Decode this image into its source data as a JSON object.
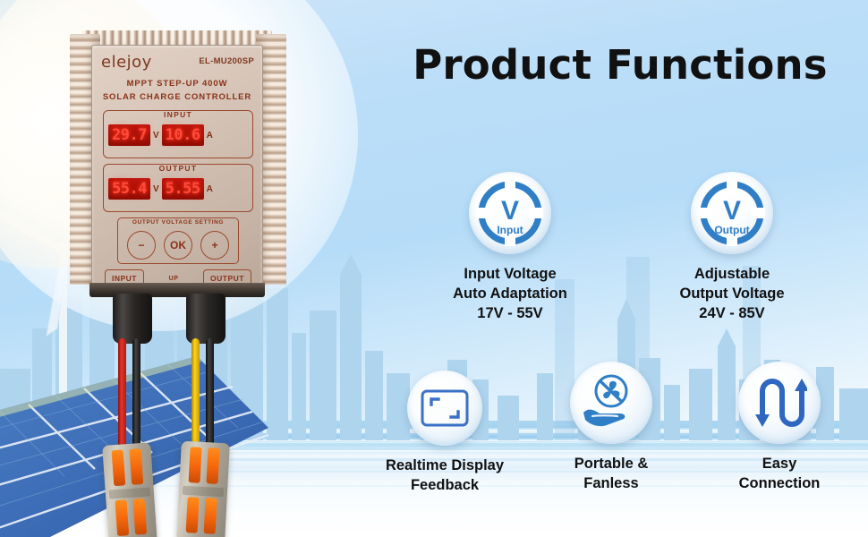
{
  "page": {
    "title": "Product Functions",
    "accent_blue": "#2f7ec6",
    "sky_blue": "#b5dcf8",
    "led_red": "#ff4a3c"
  },
  "product": {
    "brand": "elejoy",
    "model": "EL-MU200SP",
    "subtitle_line1": "MPPT STEP-UP 400W",
    "subtitle_line2": "SOLAR CHARGE CONTROLLER",
    "input_panel": {
      "label": "INPUT",
      "voltage_value": "29.7",
      "voltage_unit": "V",
      "current_value": "10.6",
      "current_unit": "A"
    },
    "output_panel": {
      "label": "OUTPUT",
      "voltage_value": "55.4",
      "voltage_unit": "V",
      "current_value": "5.55",
      "current_unit": "A"
    },
    "setting_panel": {
      "label": "OUTPUT VOLTAGE SETTING",
      "minus_button": "−",
      "ok_button": "OK",
      "plus_button": "+"
    },
    "ports": {
      "input_label": "INPUT",
      "up_label": "UP",
      "output_label": "OUTPUT"
    }
  },
  "features": [
    {
      "id": "input-voltage",
      "icon": "voltage-input-icon",
      "icon_letter": "V",
      "icon_caption": "Input",
      "text": "Input Voltage\nAuto Adaptation\n17V - 55V"
    },
    {
      "id": "output-voltage",
      "icon": "voltage-output-icon",
      "icon_letter": "V",
      "icon_caption": "Output",
      "text": "Adjustable\nOutput Voltage\n24V - 85V"
    },
    {
      "id": "realtime-display",
      "icon": "display-screen-icon",
      "text": "Realtime Display\nFeedback"
    },
    {
      "id": "portable-fanless",
      "icon": "hand-no-fan-icon",
      "text": "Portable &\nFanless"
    },
    {
      "id": "easy-connection",
      "icon": "two-way-arrows-icon",
      "text": "Easy\nConnection"
    }
  ]
}
